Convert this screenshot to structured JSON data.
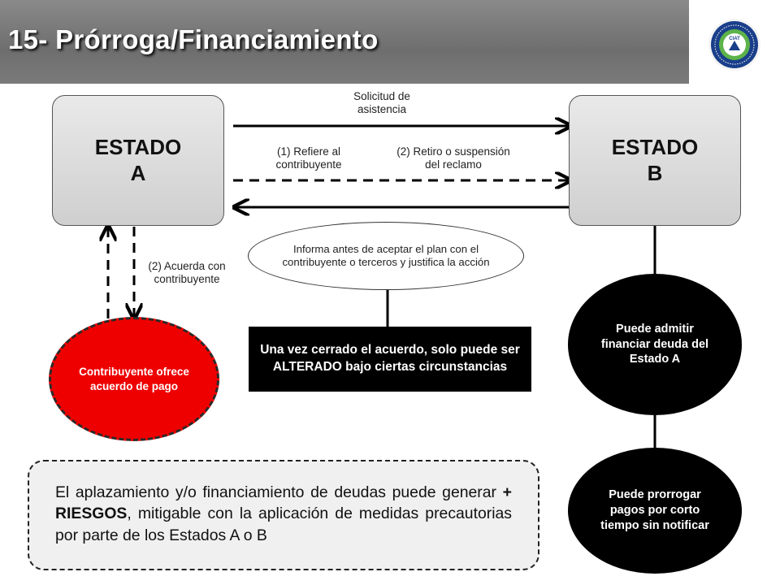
{
  "header": {
    "title": "15- Prórroga/Financiamiento"
  },
  "logo": {
    "icon": "seal-emblem-icon",
    "letters": "CIAT"
  },
  "colors": {
    "accent_red": "#ee0000",
    "box_black": "#000000",
    "header_gray": "#777777"
  },
  "diagram": {
    "estado_a": {
      "line1": "ESTADO",
      "line2": "A"
    },
    "estado_b": {
      "line1": "ESTADO",
      "line2": "B"
    },
    "labels": {
      "solicitud_1": "Solicitud de",
      "solicitud_2": "asistencia",
      "refiere_1": "(1) Refiere al",
      "refiere_2": "contribuyente",
      "retiro_1": "(2) Retiro o suspensión",
      "retiro_2": "del reclamo",
      "acuerda_1": "(2) Acuerda con",
      "acuerda_2": "contribuyente"
    },
    "oval_note": "Informa antes de aceptar el plan con el contribuyente o terceros  y justifica la acción",
    "black_box": "Una vez cerrado el acuerdo, solo puede ser ALTERADO bajo ciertas circunstancias",
    "red_circle": "Contribuyente ofrece acuerdo de pago",
    "circle_b1": "Puede admitir financiar deuda del Estado A",
    "circle_b2": "Puede prorrogar pagos por corto tiempo sin notificar"
  },
  "summary": {
    "part1": "El aplazamiento y/o financiamiento de deudas puede generar ",
    "bold": " + RIESGOS",
    "part2": ", mitigable con la aplicación de medidas precautorias por parte de los Estados A o B"
  }
}
